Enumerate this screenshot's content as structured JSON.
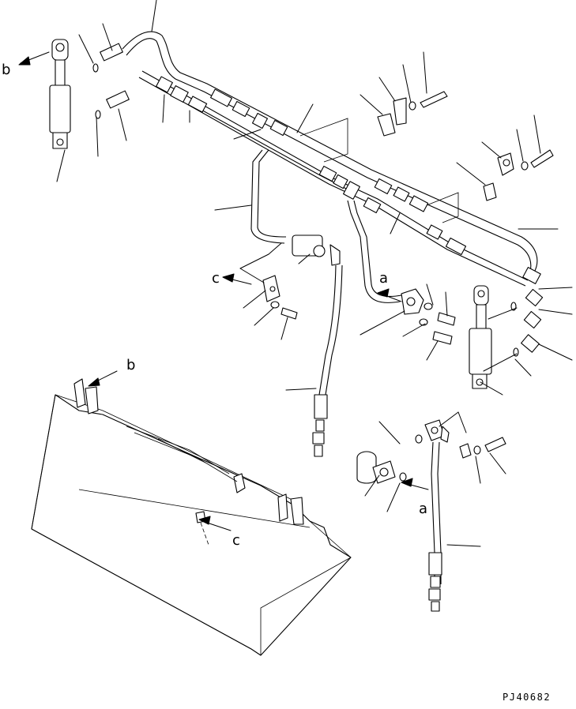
{
  "labels": {
    "a": "a",
    "b": "b",
    "c": "c"
  },
  "drawing_code": "PJ40682"
}
